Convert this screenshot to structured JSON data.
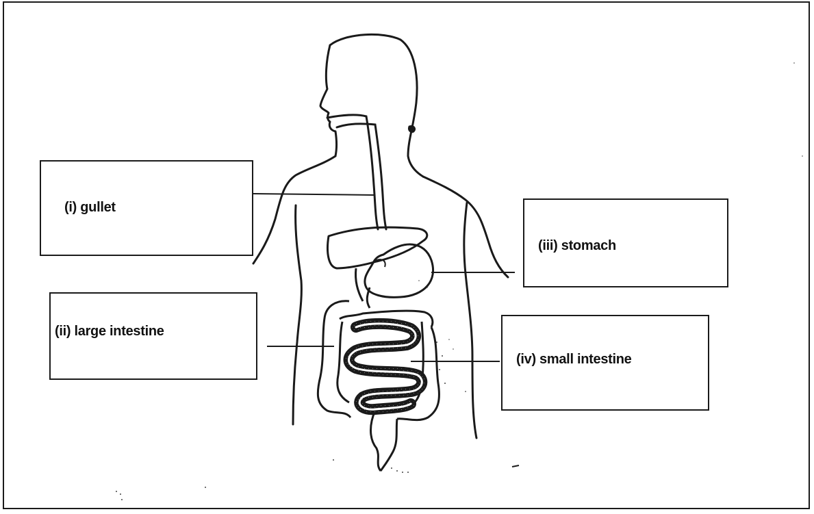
{
  "labels": {
    "gullet": "(i) gullet",
    "large_intestine": "(ii) large intestine",
    "stomach": "(iii) stomach",
    "small_intestine": "(iv) small intestine"
  },
  "colors": {
    "ink": "#1a1a1a",
    "stipple": "#555555",
    "background": "#ffffff"
  }
}
